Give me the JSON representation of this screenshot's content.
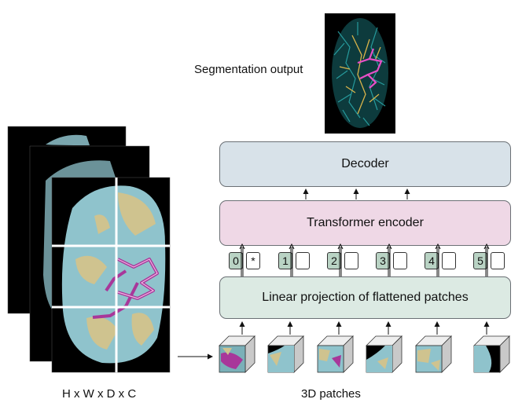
{
  "labels": {
    "segmentation_output": "Segmentation output",
    "decoder": "Decoder",
    "transformer_encoder": "Transformer encoder",
    "linear_projection": "Linear projection of flattened patches",
    "dimensions": "H x W x D x C",
    "patches": "3D patches"
  },
  "tokens": [
    {
      "num": "0",
      "emb": "*"
    },
    {
      "num": "1",
      "emb": ""
    },
    {
      "num": "2",
      "emb": ""
    },
    {
      "num": "3",
      "emb": ""
    },
    {
      "num": "4",
      "emb": ""
    },
    {
      "num": "5",
      "emb": ""
    }
  ],
  "colors": {
    "decoder_fill": "#d8e2e9",
    "encoder_fill": "#efd8e6",
    "projection_fill": "#dceae3",
    "token_fill": "#b9d3c4",
    "tissue_blue": "#8fc3cc",
    "tissue_tan": "#cfc38f",
    "vessel_magenta": "#a8379a"
  }
}
